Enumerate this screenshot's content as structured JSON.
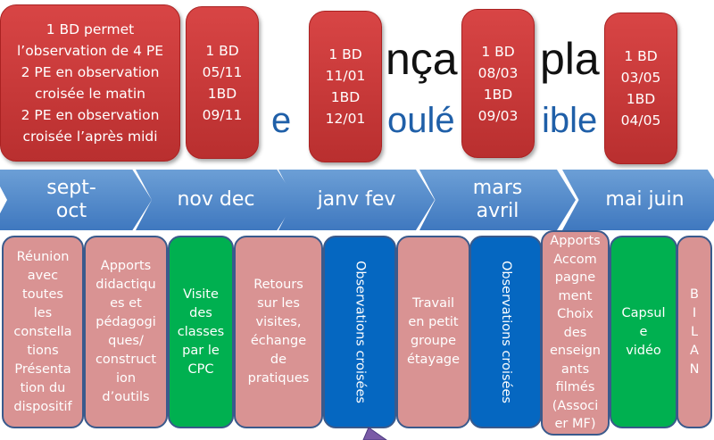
{
  "background_title": {
    "fragment_a": "pla",
    "fragment_b": "nça",
    "fragment_c": "e",
    "fragment_d": "oulé",
    "fragment_e": "ible"
  },
  "dates": [
    "1 BD permet\nl’observation de 4 PE\n2 PE en observation\ncroisée le matin\n2 PE en observation\ncroisée l’après midi",
    "1 BD\n05/11\n1BD\n09/11",
    "1 BD\n11/01\n1BD\n12/01",
    "1 BD\n08/03\n1BD\n09/03",
    "1 BD\n03/05\n1BD\n04/05"
  ],
  "periods": [
    "sept-\noct",
    "nov dec",
    "janv fev",
    "mars\navril",
    "mai juin"
  ],
  "activities": [
    "Réunion\navec\ntoutes\nles\nconstella\ntions\nPrésenta\ntion du\ndispositif",
    "Apports\ndidactiqu\nes et\npédagogi\nques/\nconstruct\nion\nd’outils",
    "Visite\ndes\nclasses\npar le\nCPC",
    "Retours\nsur les\nvisites,\néchange\nde\npratiques",
    "Observations croisées",
    "Travail\nen petit\ngroupe\nétayage",
    "Observations croisées",
    "Apports\nAccom\npagne\nment\nChoix\ndes\nenseign\nants\nfilmés\n(Associ\ner MF)",
    "Capsul\ne\nvidéo",
    "B\nI\nL\nA\nN"
  ],
  "colors": {
    "red": "#c83a3a",
    "chevron": "#4f86c6",
    "pink": "#d99393",
    "green": "#00b050",
    "blue": "#0567c1"
  }
}
